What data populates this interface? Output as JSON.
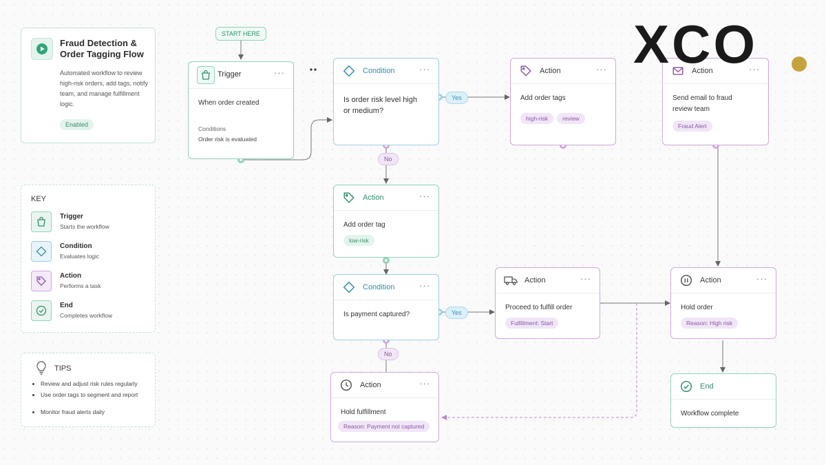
{
  "info": {
    "title": "Fraud Detection & Order Tagging Flow",
    "description": "Automated workflow to review high-risk orders, add tags, notify team, and manage fulfillment logic.",
    "status": "Enabled"
  },
  "key": {
    "heading": "KEY",
    "items": [
      {
        "label": "Trigger",
        "desc": "Starts the workflow",
        "icon": "bag-icon"
      },
      {
        "label": "Condition",
        "desc": "Evaluates logic",
        "icon": "diamond-icon"
      },
      {
        "label": "Action",
        "desc": "Performs a task",
        "icon": "tag-icon"
      },
      {
        "label": "End",
        "desc": "Completes workflow",
        "icon": "check-icon"
      }
    ]
  },
  "tips": {
    "heading": "TIPS",
    "items": [
      "Review and adjust risk rules regularly",
      "Use order tags to segment and report",
      "Monitor fraud alerts daily"
    ]
  },
  "start_label": "START HERE",
  "nodes": {
    "trigger": {
      "title": "Trigger",
      "body": "When order created",
      "cond_label": "Conditions",
      "cond_value": "Order risk is evaluated"
    },
    "cond1": {
      "title": "Condition",
      "body": "Is order risk level high or medium?"
    },
    "act_tags": {
      "title": "Action",
      "body": "Add order tags",
      "tags": [
        "high-risk",
        "review"
      ]
    },
    "act_email": {
      "title": "Action",
      "body": "Send email to fraud review team",
      "tag": "Fraud Alert"
    },
    "act_lowrisk": {
      "title": "Action",
      "body": "Add order tag",
      "tag": "low-risk"
    },
    "cond2": {
      "title": "Condition",
      "body": "Is payment captured?"
    },
    "act_fulfill": {
      "title": "Action",
      "body": "Proceed to fulfill order",
      "tag": "Fulfillment: Start"
    },
    "act_hold": {
      "title": "Action",
      "body": "Hold order",
      "tag": "Reason: High risk"
    },
    "act_holdful": {
      "title": "Action",
      "body": "Hold fulfillment",
      "tag": "Reason: Payment not captured"
    },
    "end": {
      "title": "End",
      "body": "Workflow complete"
    }
  },
  "edges": {
    "yes": "Yes",
    "no": "No"
  },
  "menu_glyph": "···",
  "logo": "XCO",
  "colors": {
    "green": "#8fd3b6",
    "blue": "#9ccfe6",
    "purple": "#cfa7e0",
    "logo_dot": "#c5a33a"
  }
}
